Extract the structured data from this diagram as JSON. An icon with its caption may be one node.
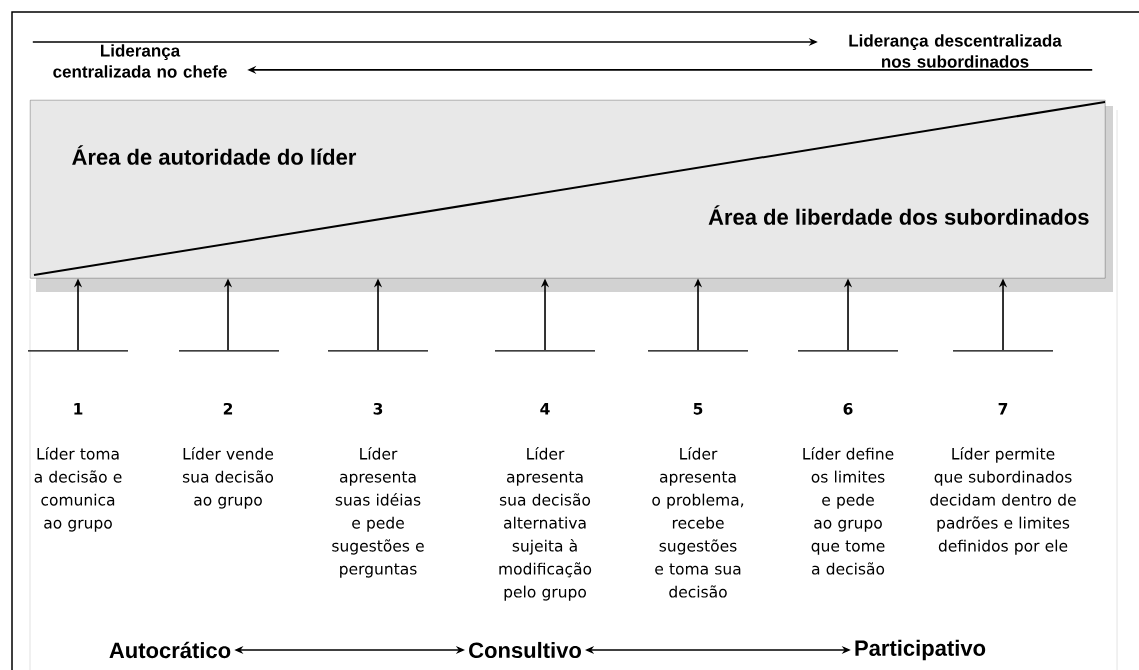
{
  "diagram": {
    "nodes": [
      {
        "text": [
          "Liderança centralizada no chefe"
        ]
      },
      {
        "text": [
          "Liderança descentralizada nos subordinados"
        ]
      },
      {
        "text": [
          "Área de autoridade do líder",
          "Área de liberdade dos subordinados"
        ]
      },
      {
        "text": [
          "1",
          "Líder toma a decisão e comunica ao grupo"
        ]
      },
      {
        "text": [
          "2",
          "Líder vende sua decisão ao grupo"
        ]
      },
      {
        "text": [
          "3",
          "Líder apresenta suas idéias e pede sugestões e perguntas"
        ]
      },
      {
        "text": [
          "4",
          "Líder apresenta sua decisão alternativa sujeita à modificação pelo grupo"
        ]
      },
      {
        "text": [
          "5",
          "Líder apresenta o problema, recebe sugestões e toma sua decisão"
        ]
      },
      {
        "text": [
          "6",
          "Líder define os limites e pede ao grupo que tome a decisão"
        ]
      },
      {
        "text": [
          "7",
          "Líder permite que subordinados decidam dentro de padrões e limites definidos por ele"
        ]
      },
      {
        "text": [
          "Autocrático"
        ]
      },
      {
        "text": [
          "Consultivo"
        ]
      },
      {
        "text": [
          "Participativo"
        ]
      }
    ],
    "edges": [
      {
        "from": 0,
        "to": 1,
        "arrow": "to"
      },
      {
        "from": 1,
        "to": 0,
        "arrow": "to"
      },
      {
        "from": 3,
        "to": 2,
        "arrow": "to"
      },
      {
        "from": 4,
        "to": 2,
        "arrow": "to"
      },
      {
        "from": 5,
        "to": 2,
        "arrow": "to"
      },
      {
        "from": 6,
        "to": 2,
        "arrow": "to"
      },
      {
        "from": 7,
        "to": 2,
        "arrow": "to"
      },
      {
        "from": 8,
        "to": 2,
        "arrow": "to"
      },
      {
        "from": 9,
        "to": 2,
        "arrow": "to"
      },
      {
        "from": 10,
        "to": 11,
        "arrow": "both"
      },
      {
        "from": 11,
        "to": 12,
        "arrow": "both"
      }
    ]
  }
}
